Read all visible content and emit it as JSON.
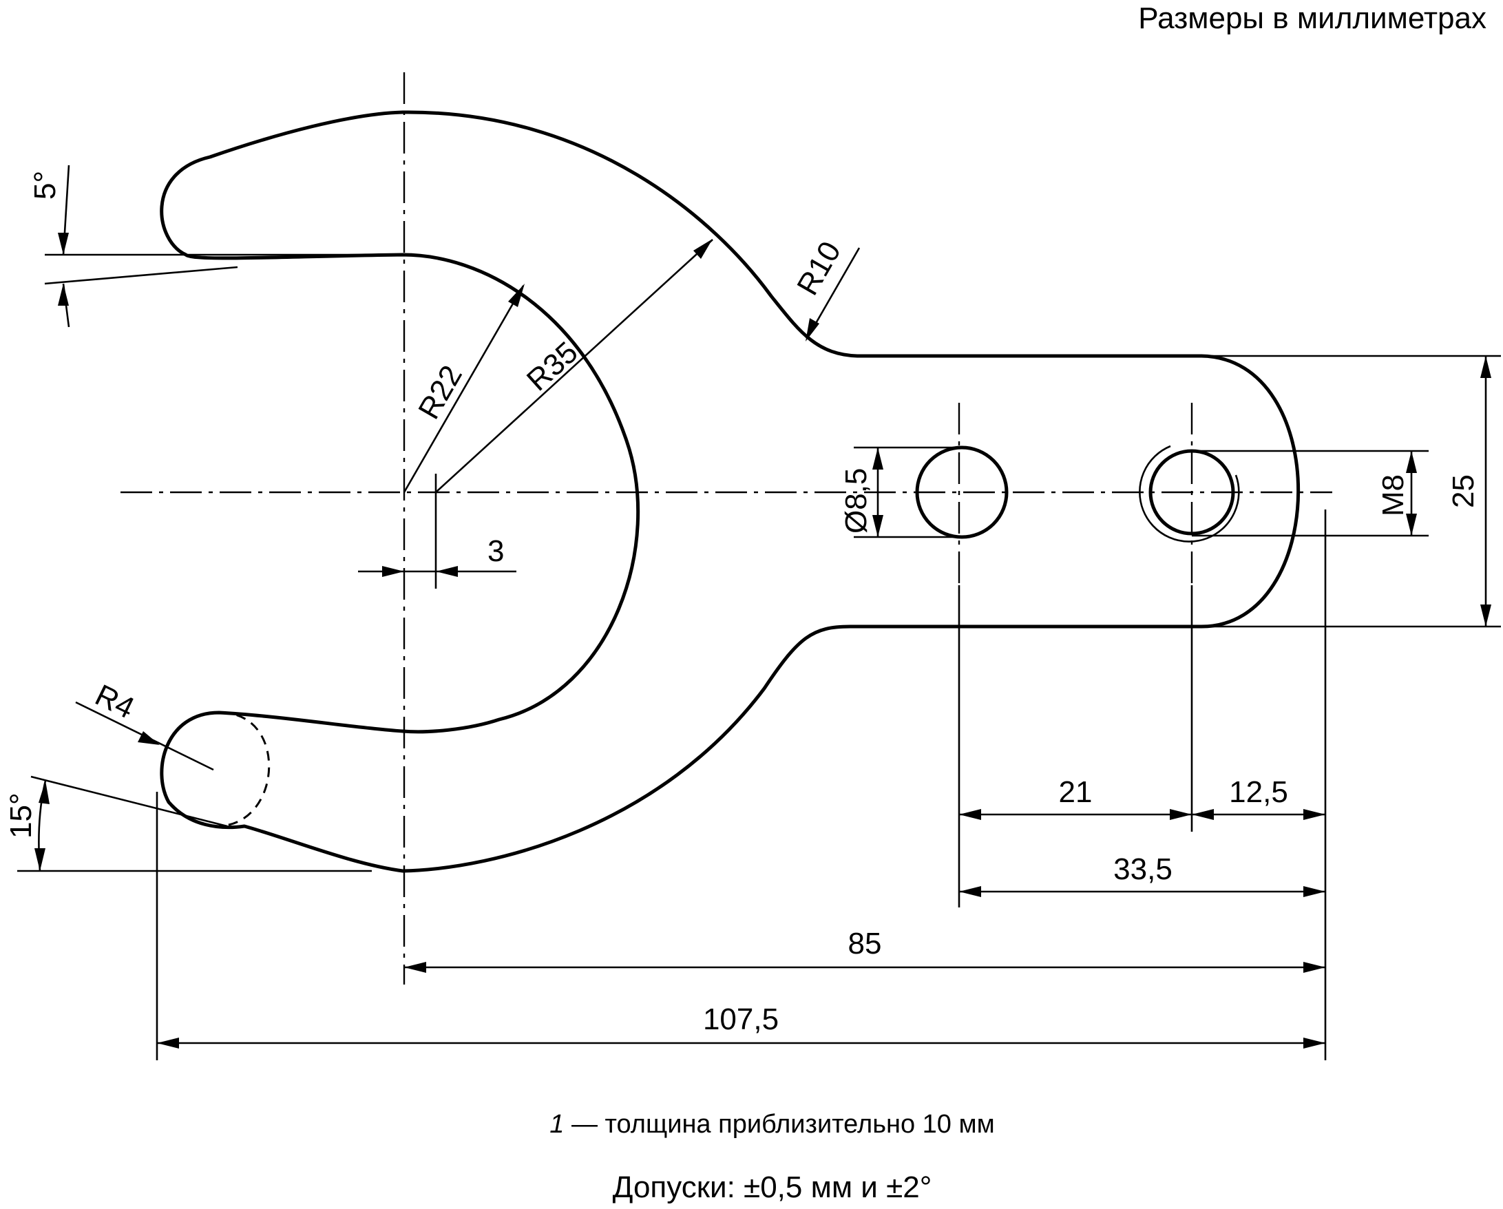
{
  "header": {
    "units": "Размеры в миллиметрах"
  },
  "dimensions": {
    "angle_top": "5°",
    "angle_bottom": "15°",
    "radius_jaw_tip": "R4",
    "radius_inner": "R22",
    "radius_outer": "R35",
    "radius_neck": "R10",
    "offset": "3",
    "hole_diameter": "Ø8,5",
    "thread": "M8",
    "handle_width": "25",
    "hole_spacing": "21",
    "thread_to_end": "12,5",
    "hole_to_end": "33,5",
    "center_to_end": "85",
    "overall_length": "107,5"
  },
  "notes": {
    "thickness_number": "1",
    "thickness_text": " — толщина приблизительно 10 мм",
    "tolerances": "Допуски: ±0,5 мм и ±2°"
  }
}
